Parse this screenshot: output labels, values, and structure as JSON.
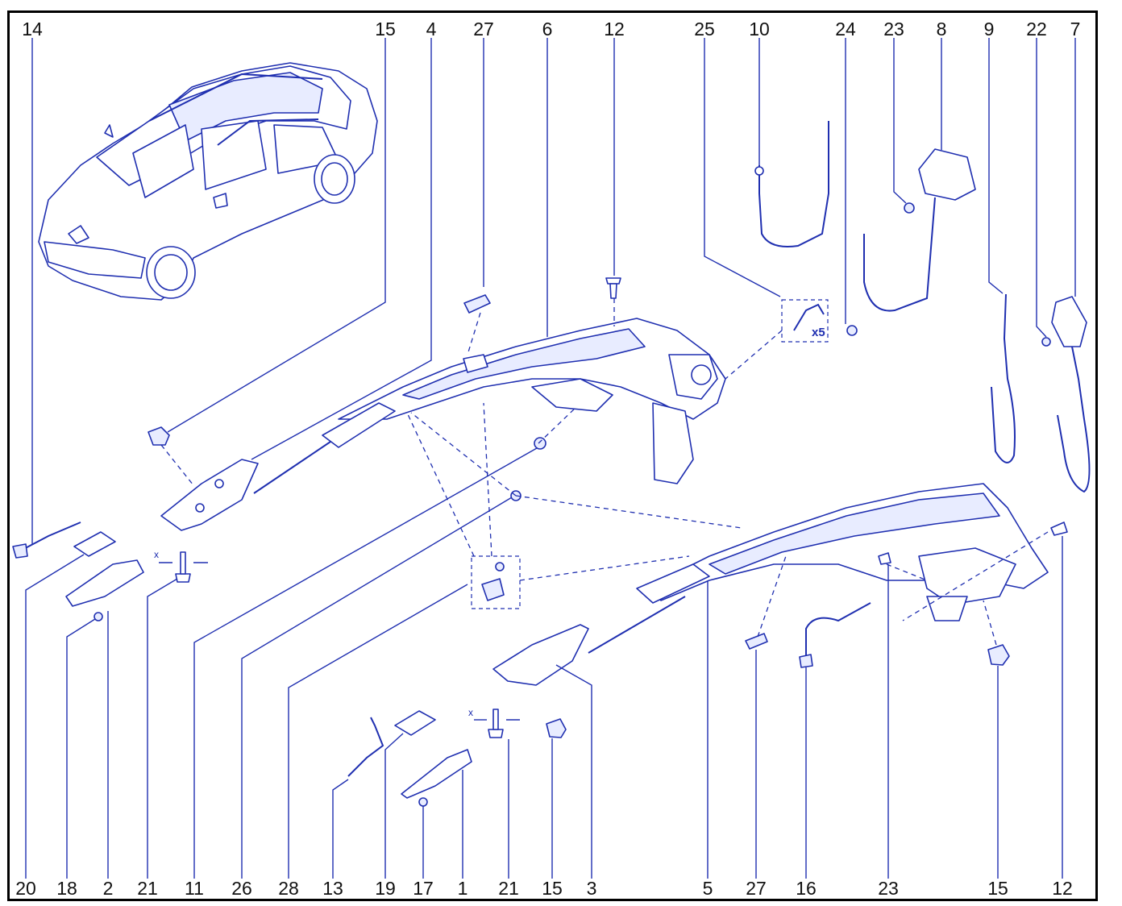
{
  "colors": {
    "line": "#1f2fb0",
    "callout_text": "#111111",
    "frame": "#000000"
  },
  "top_callouts": [
    "14",
    "15",
    "4",
    "27",
    "6",
    "12",
    "25",
    "10",
    "24",
    "23",
    "8",
    "9",
    "22",
    "7"
  ],
  "bottom_callouts": [
    "20",
    "18",
    "2",
    "21",
    "11",
    "26",
    "28",
    "13",
    "19",
    "17",
    "1",
    "21",
    "15",
    "3",
    "5",
    "27",
    "16",
    "23",
    "15",
    "12"
  ],
  "annotations": {
    "multiplier": "x5",
    "torque_mark_left": "x",
    "torque_mark_right": "x"
  }
}
